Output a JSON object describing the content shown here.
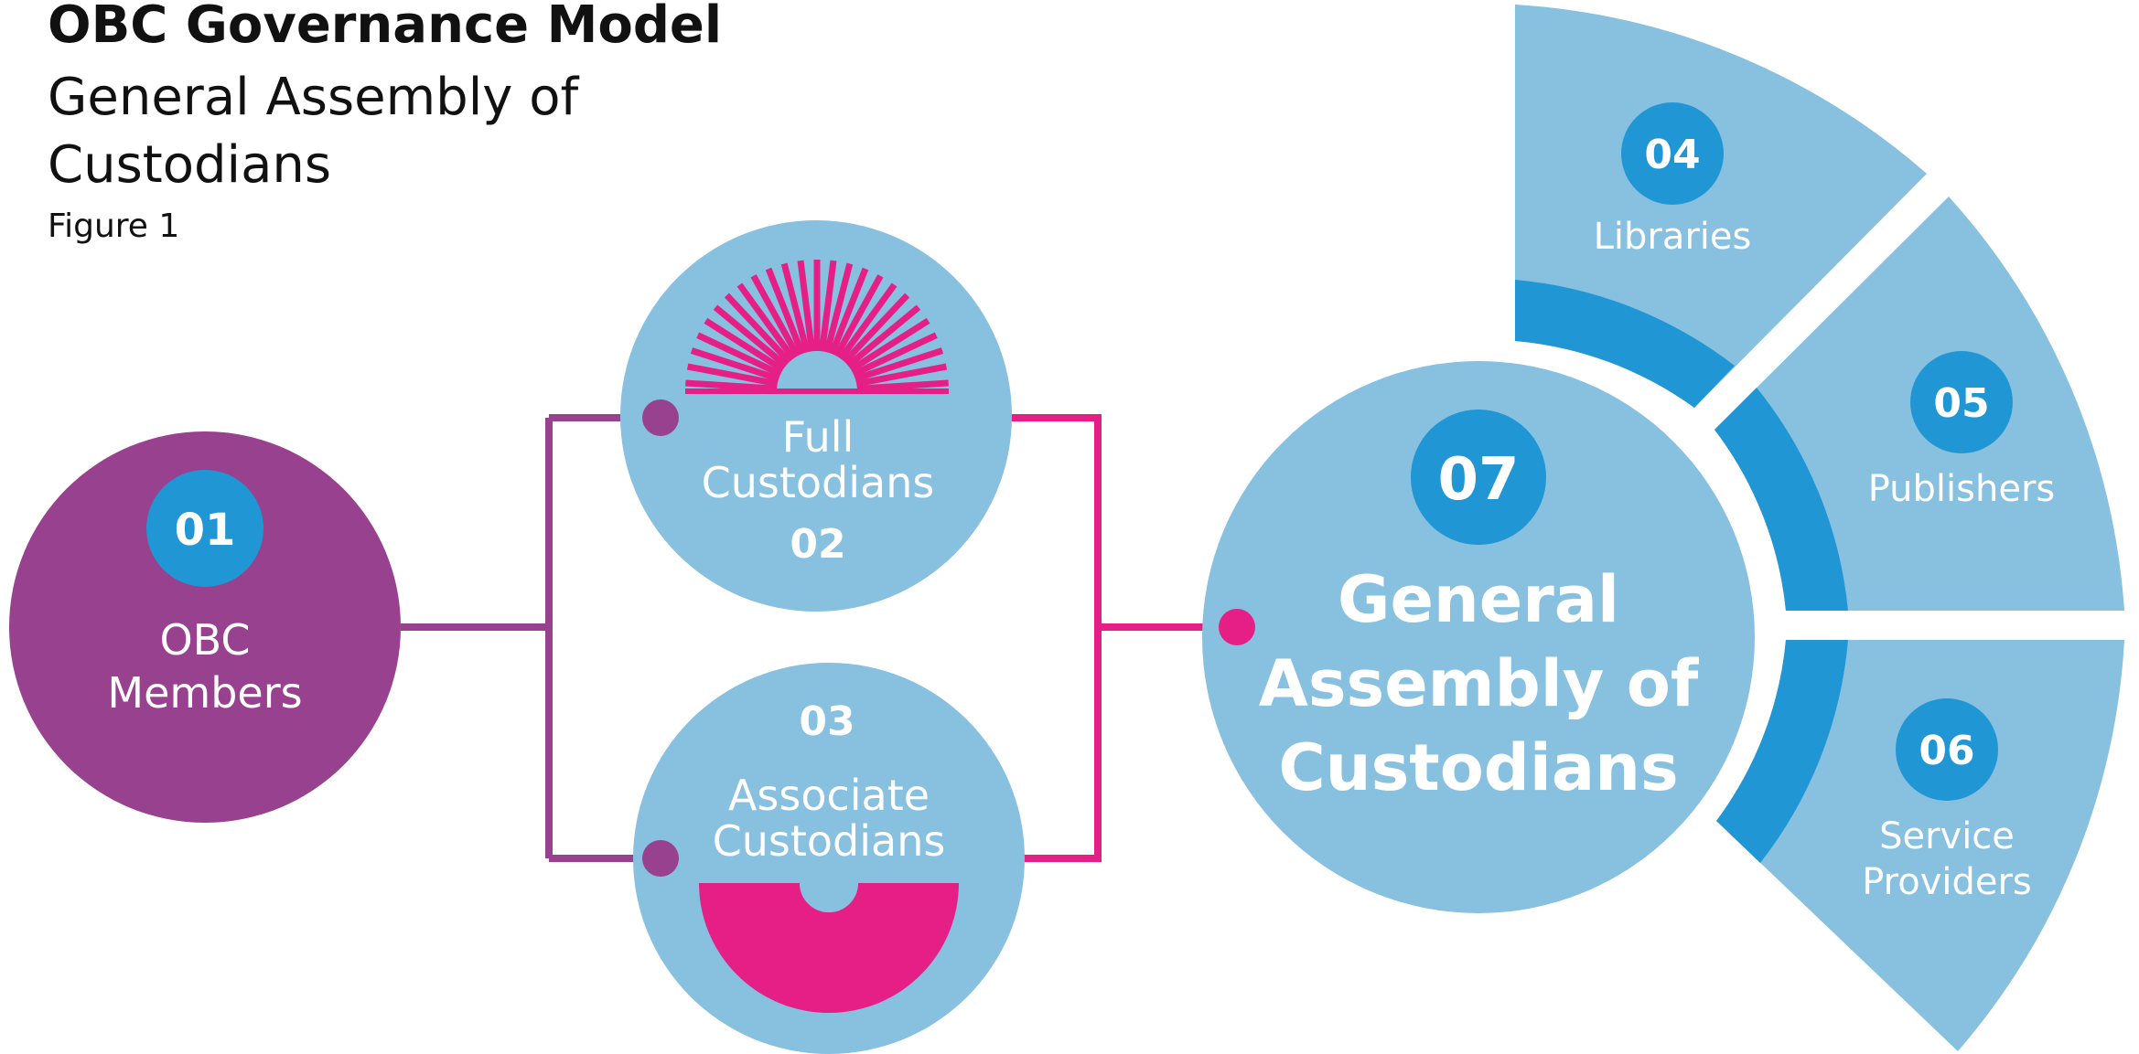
{
  "title": "OBC Governance Model",
  "subtitle": "General Assembly of Custodians",
  "figure": "Figure 1",
  "colors": {
    "purple": "#98418e",
    "light_blue": "#88c0df",
    "blue": "#2196d4",
    "magenta": "#e61f86",
    "white": "#ffffff"
  },
  "nodes": {
    "obc_members": {
      "number": "01",
      "line1": "OBC",
      "line2": "Members"
    },
    "full_custodians": {
      "number": "02",
      "line1": "Full",
      "line2": "Custodians"
    },
    "associate_custodians": {
      "number": "03",
      "line1": "Associate",
      "line2": "Custodians"
    },
    "general_assembly": {
      "number": "07",
      "line1": "General",
      "line2": "Assembly of",
      "line3": "Custodians"
    }
  },
  "sectors": {
    "libraries": {
      "number": "04",
      "line1": "Libraries"
    },
    "publishers": {
      "number": "05",
      "line1": "Publishers"
    },
    "service_providers": {
      "number": "06",
      "line1": "Service",
      "line2": "Providers"
    }
  },
  "icons": [
    "sunburst-icon",
    "half-bowl-icon"
  ]
}
